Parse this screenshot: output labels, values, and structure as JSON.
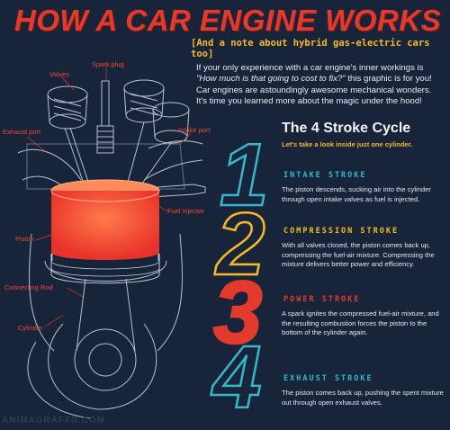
{
  "header": {
    "title": "HOW A CAR ENGINE WORKS",
    "subtitle": "[And a note about hybrid gas-electric cars too]"
  },
  "intro": {
    "line1": "If your only experience with a car engine's inner workings is",
    "quote": "\"How much is that going to cost to fix?\"",
    "line2": " this graphic is for you! Car engines are astoundingly awesome mechanical wonders. It's time you learned more about the magic under the hood!"
  },
  "cycle": {
    "title": "The 4 Stroke Cycle",
    "subtitle": "Let's take a look inside just one cylinder."
  },
  "strokes": [
    {
      "number": "1",
      "heading": "INTAKE STROKE",
      "text": "The piston descends, sucking air into the cylinder through open intake valves as fuel is injected.",
      "color": "#37b6c9"
    },
    {
      "number": "2",
      "heading": "COMPRESSION STROKE",
      "text": "With all valves closed, the piston comes back up, compressing the fuel-air mixture. Compressing the mixture delivers better power and efficiency.",
      "color": "#f5b92b"
    },
    {
      "number": "3",
      "heading": "POWER STROKE",
      "text": "A spark ignites the compressed fuel-air mixture, and the resulting combustion forces the piston to the bottom of the cylinder again.",
      "color": "#e23a2c"
    },
    {
      "number": "4",
      "heading": "EXHAUST STROKE",
      "text": "The piston comes back up, pushing the spent mixture out through open exhaust valves.",
      "color": "#37b6c9"
    }
  ],
  "diagram_labels": {
    "valves": "Valves",
    "spark_plug": "Spark plug",
    "exhaust_port": "Exhaust port",
    "intake_port": "Intake port",
    "fuel_injector": "Fuel injector",
    "piston": "Piston",
    "connecting_rod": "Connecting Rod",
    "cylinder": "Cylinder"
  },
  "watermark": "ANIMAGRAFFS.COM",
  "colors": {
    "background": "#18243a",
    "accent_red": "#e23a2c",
    "accent_yellow": "#f5b92b",
    "accent_teal": "#37b6c9"
  }
}
